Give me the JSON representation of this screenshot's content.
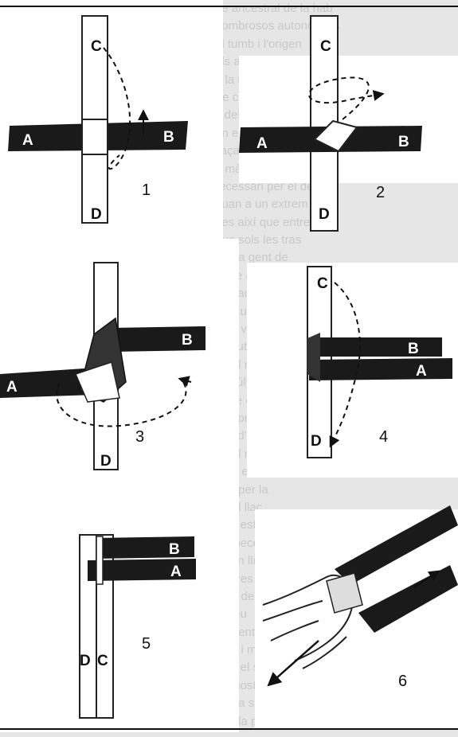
{
  "background_text": [
    "de ancestral de la hab",
    "nombrosos autonomats",
    "el tumb i l'origen",
    "els animals i els atri",
    "a la terra dels dos",
    "tre cordills de la flo",
    "s dels tres i el",
    "on el temps de la",
    "llaçar-se amb el",
    "a mà i de tots els",
    "recessari per el de",
    "quan a un extrem el",
    "nes així que entre",
    "que sols les tras",
    "per la gent de",
    "entre el nus de",
    "de cada nova dec",
    "del curs de l'herba",
    "té el valor que",
    "vingut el seu",
    "en el material",
    "en l'últim",
    "entre el tema de",
    "sempre de",
    "mig d'una volta de",
    "en el mateix",
    "amb el segle",
    "feta per la",
    "en el llac",
    "això està",
    "les peces",
    "és un lligam",
    "d'altres",
    "més de",
    "al seu",
    "que entra",
    "més i més",
    "dins el seu",
    "les nostres",
    "per la seva",
    "que la pesa"
  ],
  "figures": [
    {
      "number": "1",
      "labels": {
        "left": "A",
        "right": "B",
        "top": "C",
        "bottom": "D"
      }
    },
    {
      "number": "2",
      "labels": {
        "left": "A",
        "right": "B",
        "top": "C",
        "bottom": "D"
      }
    },
    {
      "number": "3",
      "labels": {
        "left": "A",
        "right": "B",
        "bottom": "D"
      }
    },
    {
      "number": "4",
      "labels": {
        "top": "C",
        "upper": "B",
        "lower": "A",
        "bottom": "D"
      }
    },
    {
      "number": "5",
      "labels": {
        "upper": "B",
        "lower": "A",
        "bottom_left": "D",
        "bottom_right": "C"
      }
    },
    {
      "number": "6",
      "labels": {}
    }
  ],
  "colors": {
    "strip": "#1a1a1a",
    "outline": "#222222",
    "page": "#e6e6e6",
    "panel": "#ffffff"
  }
}
